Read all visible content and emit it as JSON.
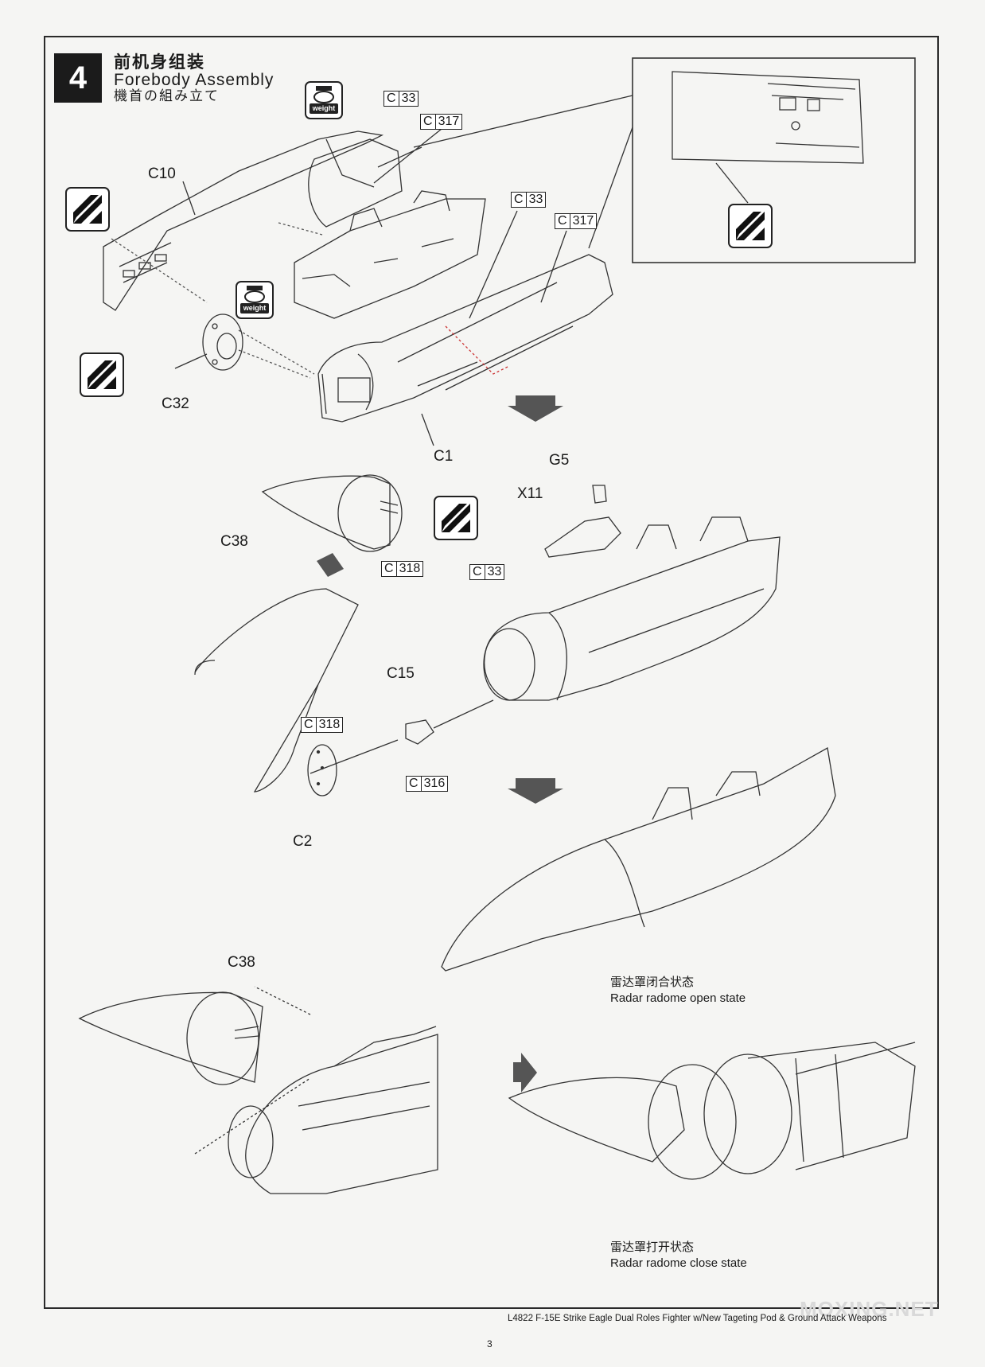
{
  "step": {
    "number": "4",
    "title_cn": "前机身组装",
    "title_en": "Forebody Assembly",
    "title_jp": "機首の組み立て"
  },
  "parts": {
    "c10": "C10",
    "c32": "C32",
    "c1": "C1",
    "c38_a": "C38",
    "c38_b": "C38",
    "g5": "G5",
    "x11": "X11",
    "c15": "C15",
    "c2": "C2"
  },
  "refs": {
    "r1": {
      "prefix": "C",
      "num": "33"
    },
    "r2": {
      "prefix": "C",
      "num": "317"
    },
    "r3": {
      "prefix": "C",
      "num": "33"
    },
    "r4": {
      "prefix": "C",
      "num": "317"
    },
    "r5": {
      "prefix": "C",
      "num": "318"
    },
    "r6": {
      "prefix": "C",
      "num": "33"
    },
    "r7": {
      "prefix": "C",
      "num": "318"
    },
    "r8": {
      "prefix": "C",
      "num": "316"
    }
  },
  "weight_label": "weight",
  "captions": {
    "open_cn": "雷达罩闭合状态",
    "open_en": "Radar radome open state",
    "close_cn": "雷达罩打开状态",
    "close_en": "Radar radome close state"
  },
  "footer": "L4822  F-15E Strike Eagle Dual Roles Fighter w/New Tageting Pod & Ground Attack Weapons",
  "page_number": "3",
  "watermark": "MOXING.NET"
}
